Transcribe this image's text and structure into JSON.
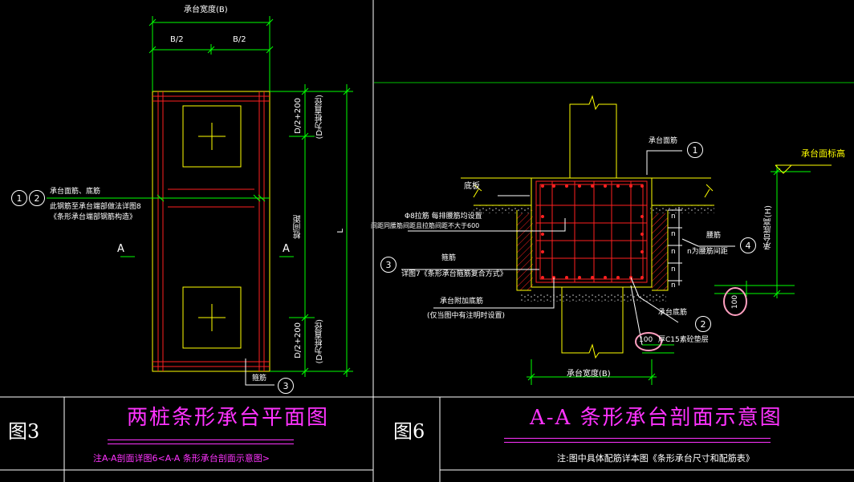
{
  "left_drawing": {
    "dim_width_label": "承台宽度(B)",
    "dim_half_left": "B/2",
    "dim_half_right": "B/2",
    "dim_top_offset": "D/2+200",
    "dim_top_note": "(D为桩直径)",
    "dim_spacing": "桩间距",
    "dim_bottom_offset": "D/2+200",
    "dim_bottom_note": "(D为桩直径)",
    "dim_length": "L",
    "section_mark_left": "A",
    "section_mark_right": "A",
    "callout_1": "1",
    "callout_2": "2",
    "callout_text_1": "承台面筋、底筋",
    "callout_text_2": "此钢筋至承台端部做法详图8",
    "callout_text_3": "《条形承台端部钢筋构造》",
    "callout_3": "3",
    "callout_3_text": "箍筋"
  },
  "right_drawing": {
    "top_rebar_label": "承台面筋",
    "callout_1": "1",
    "floor_slab_label": "底板",
    "stirrup_text_1": "Φ8拉筋 每排腰筋均设置",
    "stirrup_text_2": "间距同腰筋间距且拉筋间距不大于600",
    "callout_3": "3",
    "stirrup_label": "箍筋",
    "stirrup_detail": "详图7《条形承台箍筋复合方式》",
    "waist_rebar_label": "腰筋",
    "waist_rebar_note": "n为腰筋间距",
    "callout_4": "4",
    "cap_height_label": "承台底高(H)",
    "cap_top_elev_label": "承台面标高",
    "extra_bottom_text_1": "承台附加底筋",
    "extra_bottom_text_2": "(仅当图中有注明时设置)",
    "bottom_rebar_label": "承台底筋",
    "callout_2": "2",
    "dim_100_right": "100",
    "dim_100_bottom": "100",
    "cushion_label": "厚C15素砼垫层",
    "width_label": "承台宽度(B)",
    "waist_marks": [
      "n",
      "n",
      "n",
      "n",
      "n"
    ]
  },
  "title_block": {
    "left_fig_no": "图3",
    "left_title": "两桩条形承台平面图",
    "left_note": "注A-A剖面详图6<A-A   条形承台剖面示意图>",
    "right_fig_no": "图6",
    "right_title": "A-A    条形承台剖面示意图",
    "right_note": "注:图中具体配筋详本图《条形承台尺寸和配筋表》"
  },
  "colors": {
    "background": "#000000",
    "outline": "#ffff00",
    "rebar": "#ff2020",
    "dimension": "#00ff00",
    "text": "#ffffff",
    "title": "#ff33ff",
    "markup": "#ff9fbf"
  }
}
